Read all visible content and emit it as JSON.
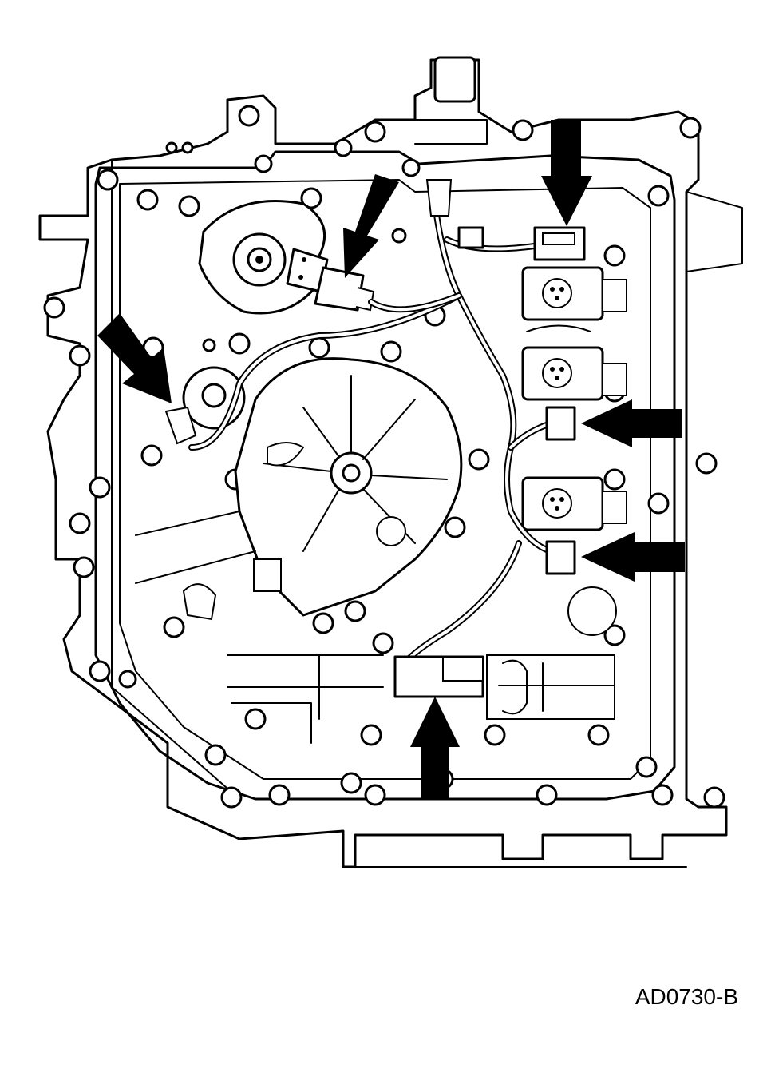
{
  "figure": {
    "code": "AD0730-B"
  },
  "colors": {
    "line": "#000000",
    "background": "#ffffff"
  },
  "callouts": [
    {
      "name": "arrow-solenoid-upper-left",
      "direction": "down-left"
    },
    {
      "name": "arrow-connector-top-right",
      "direction": "down"
    },
    {
      "name": "arrow-connector-left",
      "direction": "down-right"
    },
    {
      "name": "arrow-connector-right-middle",
      "direction": "left"
    },
    {
      "name": "arrow-connector-right-lower",
      "direction": "left"
    },
    {
      "name": "arrow-connector-bottom",
      "direction": "up"
    }
  ]
}
